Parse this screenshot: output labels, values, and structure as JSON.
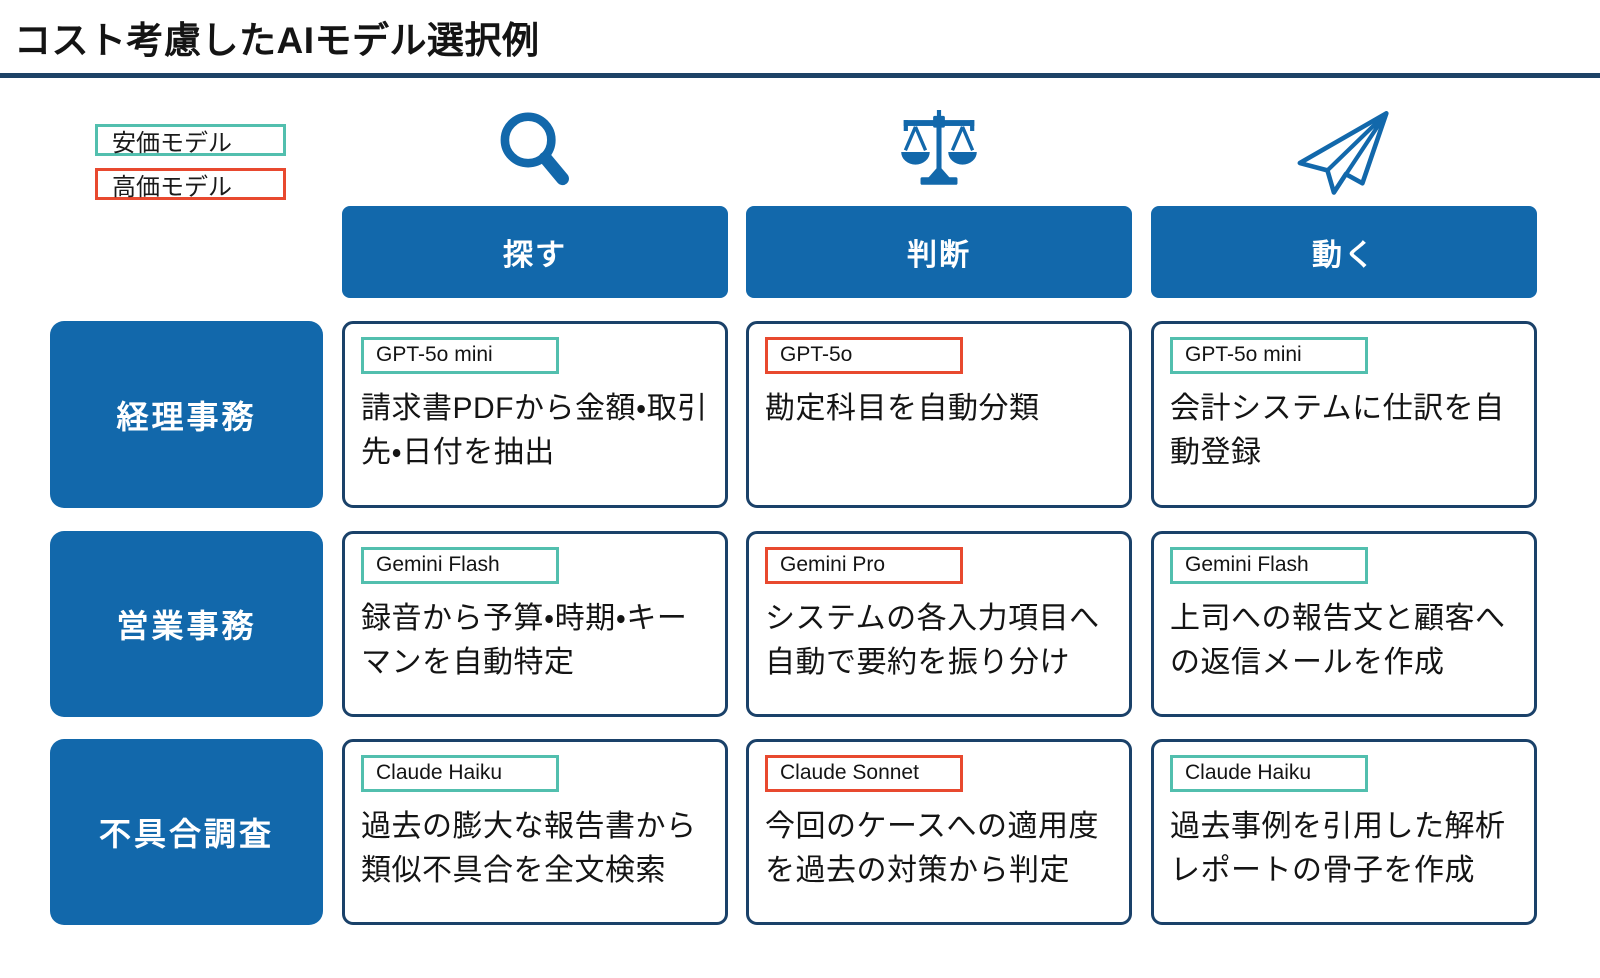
{
  "title": "コスト考慮したAIモデル選択例",
  "legend": {
    "cheap_label": "安価モデル",
    "expensive_label": "高価モデル"
  },
  "columns": [
    {
      "label": "探す",
      "icon": "magnifier-icon"
    },
    {
      "label": "判断",
      "icon": "scales-icon"
    },
    {
      "label": "動く",
      "icon": "paper-plane-icon"
    }
  ],
  "rows": [
    {
      "label": "経理事務",
      "cells": [
        {
          "model": "GPT-5o mini",
          "tier": "cheap",
          "description": "請求書PDFから金額・取引先・日付を抽出"
        },
        {
          "model": "GPT-5o",
          "tier": "expensive",
          "description": "勘定科目を自動分類"
        },
        {
          "model": "GPT-5o mini",
          "tier": "cheap",
          "description": "会計システムに仕訳を自動登録"
        }
      ]
    },
    {
      "label": "営業事務",
      "cells": [
        {
          "model": "Gemini Flash",
          "tier": "cheap",
          "description": "録音から予算・時期・キーマンを自動特定"
        },
        {
          "model": "Gemini Pro",
          "tier": "expensive",
          "description": "システムの各入力項目へ自動で要約を振り分け"
        },
        {
          "model": "Gemini Flash",
          "tier": "cheap",
          "description": "上司への報告文と顧客への返信メールを作成"
        }
      ]
    },
    {
      "label": "不具合調査",
      "cells": [
        {
          "model": "Claude Haiku",
          "tier": "cheap",
          "description": "過去の膨大な報告書から類似不具合を全文検索"
        },
        {
          "model": "Claude Sonnet",
          "tier": "expensive",
          "description": "今回のケースへの適用度を過去の対策から判定"
        },
        {
          "model": "Claude Haiku",
          "tier": "cheap",
          "description": "過去事例を引用した解析レポートの骨子を作成"
        }
      ]
    }
  ],
  "colors": {
    "primary_blue": "#1268ab",
    "navy_border": "#1a4169",
    "title_rule_navy": "#1d4266",
    "cheap_teal": "#52bfae",
    "expensive_red": "#e8492f",
    "text_black": "#141414"
  }
}
